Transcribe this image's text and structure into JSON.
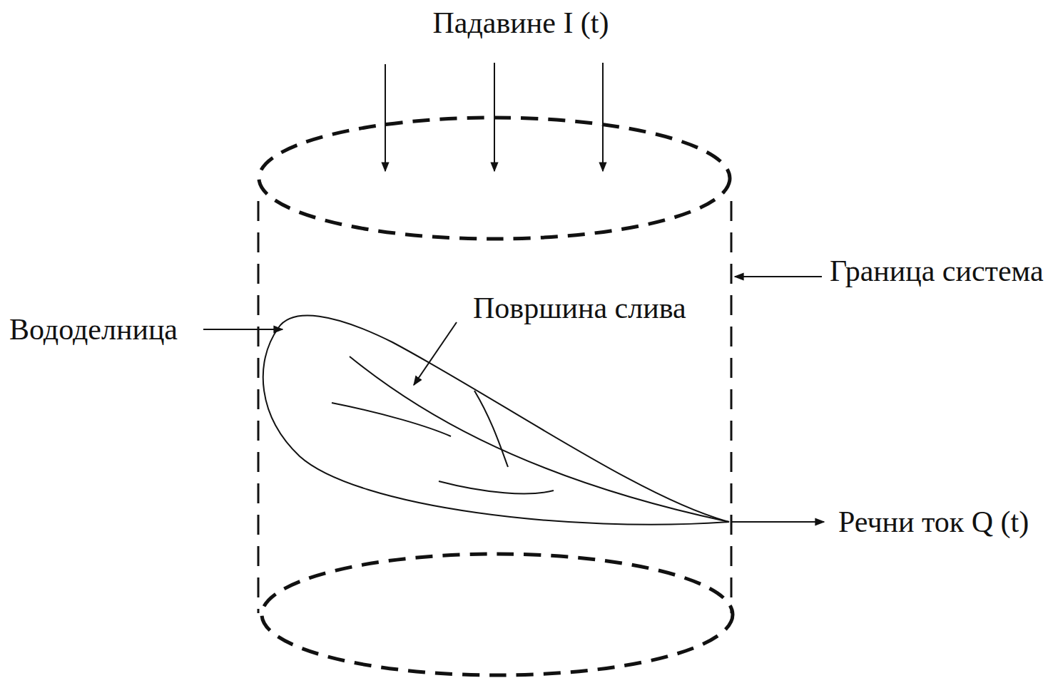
{
  "diagram": {
    "labels": [
      "Падавине I (t)",
      "Граница система",
      "Вододелница",
      "Површина слива",
      "Речни ток Q (t)"
    ]
  }
}
